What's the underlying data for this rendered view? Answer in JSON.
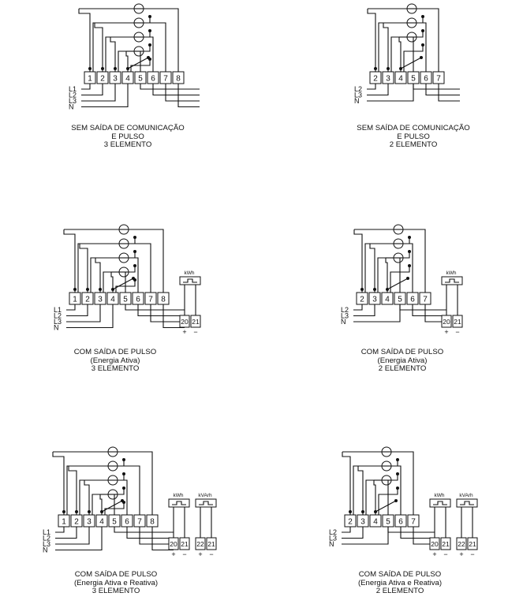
{
  "diagrams": [
    {
      "caption": [
        "SEM SAÍDA DE COMUNICAÇÃO",
        "E PULSO",
        "3 ELEMENTO"
      ],
      "terminals": [
        "1",
        "2",
        "3",
        "4",
        "5",
        "6",
        "7",
        "8"
      ],
      "lines": [
        "L1",
        "L2",
        "L3",
        "N"
      ],
      "outputs": []
    },
    {
      "caption": [
        "SEM SAÍDA DE COMUNICAÇÃO",
        "E PULSO",
        "2 ELEMENTO"
      ],
      "terminals": [
        "2",
        "3",
        "4",
        "5",
        "6",
        "7"
      ],
      "lines": [
        "L2",
        "L3",
        "N"
      ],
      "outputs": []
    },
    {
      "caption": [
        "COM SAÍDA DE PULSO",
        "(Energia Ativa)",
        "3 ELEMENTO"
      ],
      "terminals": [
        "1",
        "2",
        "3",
        "4",
        "5",
        "6",
        "7",
        "8"
      ],
      "lines": [
        "L1",
        "L2",
        "L3",
        "N"
      ],
      "outputs": [
        {
          "label": "kWh",
          "pins": [
            "20",
            "21"
          ]
        }
      ],
      "polarity": [
        "+",
        "−"
      ]
    },
    {
      "caption": [
        "COM SAÍDA DE PULSO",
        "(Energia Ativa)",
        "2 ELEMENTO"
      ],
      "terminals": [
        "2",
        "3",
        "4",
        "5",
        "6",
        "7"
      ],
      "lines": [
        "L2",
        "L3",
        "N"
      ],
      "outputs": [
        {
          "label": "kWh",
          "pins": [
            "20",
            "21"
          ]
        }
      ],
      "polarity": [
        "+",
        "−"
      ]
    },
    {
      "caption": [
        "COM SAÍDA DE PULSO",
        "(Energia Ativa e Reativa)",
        "3 ELEMENTO"
      ],
      "terminals": [
        "1",
        "2",
        "3",
        "4",
        "5",
        "6",
        "7",
        "8"
      ],
      "lines": [
        "L1",
        "L2",
        "L3",
        "N"
      ],
      "outputs": [
        {
          "label": "kWh",
          "pins": [
            "20",
            "21"
          ]
        },
        {
          "label": "kVArh",
          "pins": [
            "22",
            "21"
          ]
        }
      ],
      "polarity": [
        "+",
        "−",
        "+",
        "−"
      ]
    },
    {
      "caption": [
        "COM SAÍDA DE PULSO",
        "(Energia Ativa e Reativa)",
        "2 ELEMENTO"
      ],
      "terminals": [
        "2",
        "3",
        "4",
        "5",
        "6",
        "7"
      ],
      "lines": [
        "L2",
        "L3",
        "N"
      ],
      "outputs": [
        {
          "label": "kWh",
          "pins": [
            "20",
            "21"
          ]
        },
        {
          "label": "kVArh",
          "pins": [
            "22",
            "21"
          ]
        }
      ],
      "polarity": [
        "+",
        "−",
        "+",
        "−"
      ]
    }
  ]
}
